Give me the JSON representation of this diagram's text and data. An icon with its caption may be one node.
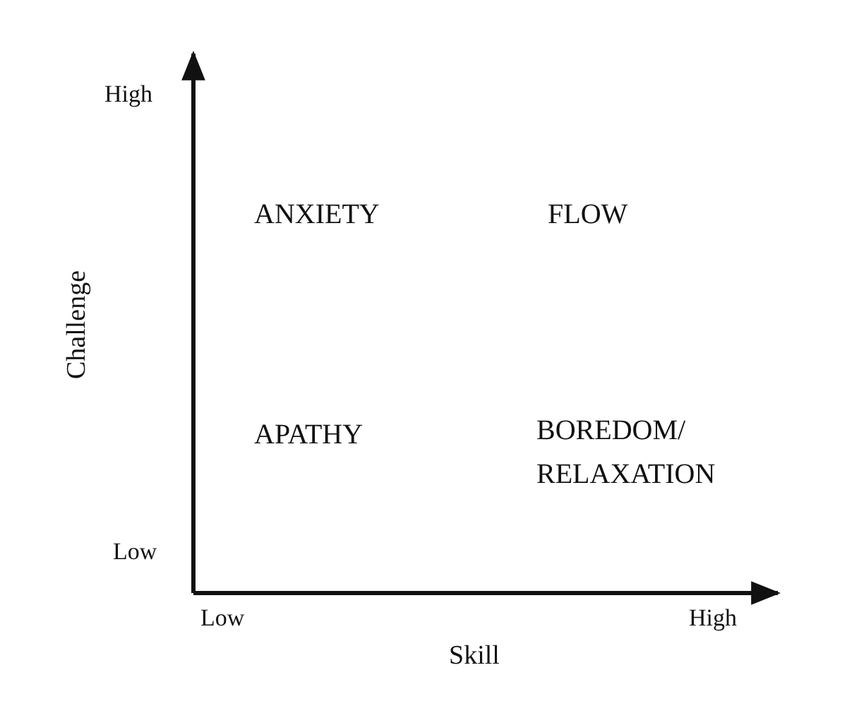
{
  "diagram": {
    "labels": [
      "High",
      "ANXIETY",
      "FLOW",
      "Challenge",
      "APATHY",
      "BOREDOM/ RELAXATION",
      "Low",
      "Low",
      "High",
      "Skill"
    ]
  }
}
